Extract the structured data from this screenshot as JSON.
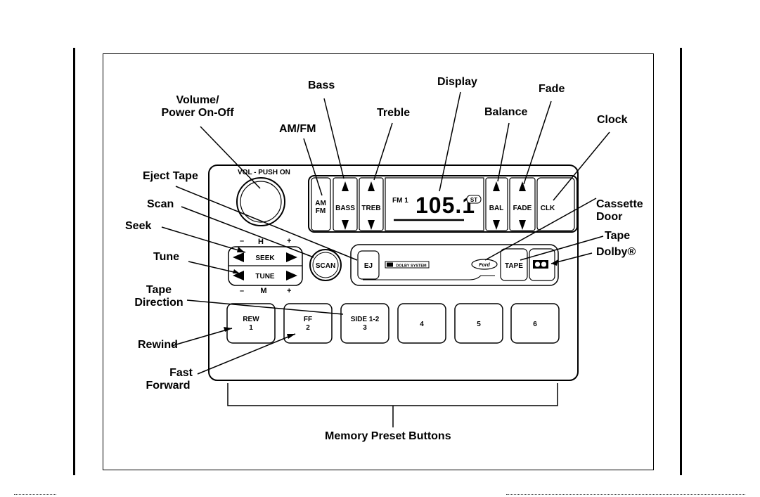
{
  "callouts": {
    "volume_line1": "Volume/",
    "volume_line2": "Power On-Off",
    "bass": "Bass",
    "display": "Display",
    "fade": "Fade",
    "treble": "Treble",
    "balance": "Balance",
    "clock": "Clock",
    "amfm": "AM/FM",
    "eject_tape": "Eject Tape",
    "scan": "Scan",
    "seek": "Seek",
    "tune": "Tune",
    "tape_direction_line1": "Tape",
    "tape_direction_line2": "Direction",
    "rewind": "Rewind",
    "fast_forward_line1": "Fast",
    "fast_forward_line2": "Forward",
    "cassette_door_line1": "Cassette",
    "cassette_door_line2": "Door",
    "tape": "Tape",
    "dolby": "Dolby®",
    "memory_preset": "Memory Preset Buttons"
  },
  "radio": {
    "vol_label": "VOL - PUSH ON",
    "am": "AM",
    "fm": "FM",
    "bass": "BASS",
    "treb": "TREB",
    "band": "FM 1",
    "frequency": "105.1",
    "stereo": "ST",
    "bal": "BAL",
    "fade": "FADE",
    "clk": "CLK",
    "h_label": "H",
    "m_label": "M",
    "minus": "–",
    "plus": "+",
    "seek": "SEEK",
    "tune": "TUNE",
    "scan": "SCAN",
    "ej": "EJ",
    "dolby_system": "DOLBY SYSTEM",
    "brand": "Ford",
    "tape": "TAPE",
    "presets": [
      {
        "top": "REW",
        "num": "1"
      },
      {
        "top": "FF",
        "num": "2"
      },
      {
        "top": "SIDE 1-2",
        "num": "3"
      },
      {
        "top": "",
        "num": "4"
      },
      {
        "top": "",
        "num": "5"
      },
      {
        "top": "",
        "num": "6"
      }
    ]
  }
}
